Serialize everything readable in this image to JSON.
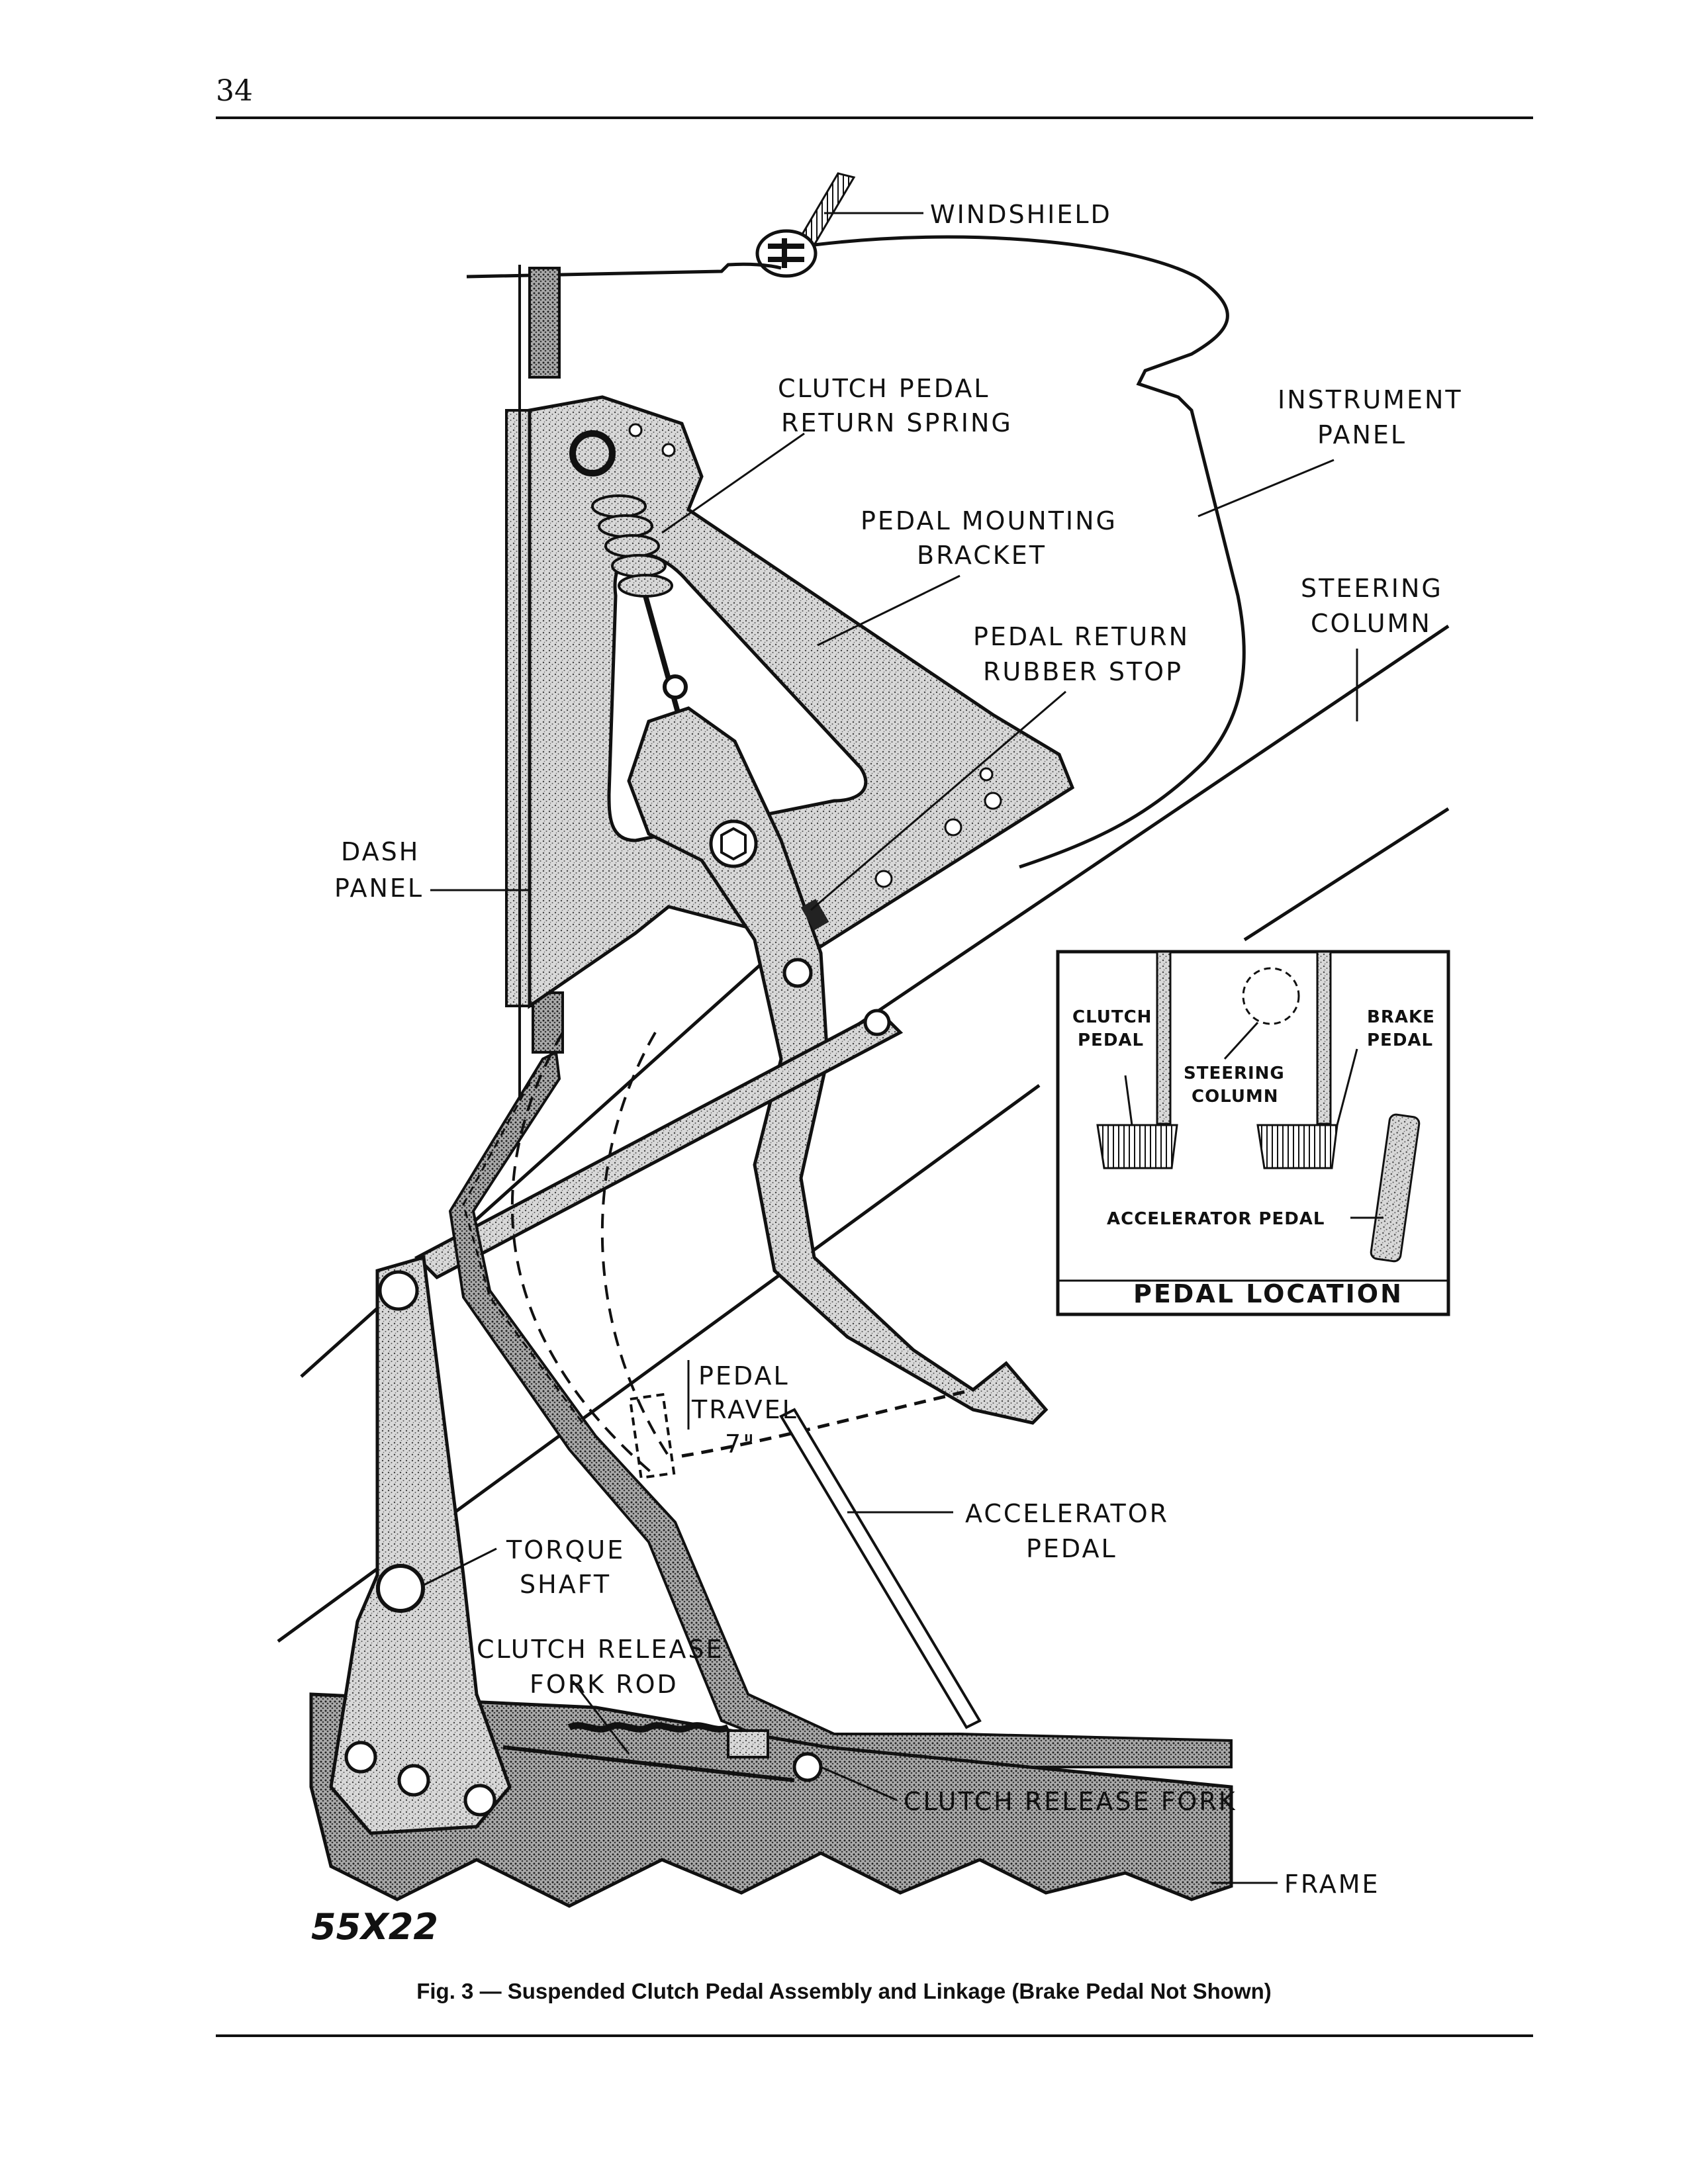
{
  "page": {
    "number": "34"
  },
  "labels": {
    "windshield": "WINDSHIELD",
    "clutch_pedal_return_spring": [
      "CLUTCH PEDAL",
      "RETURN SPRING"
    ],
    "instrument_panel": [
      "INSTRUMENT",
      "PANEL"
    ],
    "pedal_mounting_bracket": [
      "PEDAL MOUNTING",
      "BRACKET"
    ],
    "steering_column": [
      "STEERING",
      "COLUMN"
    ],
    "pedal_return_rubber_stop": [
      "PEDAL RETURN",
      "RUBBER STOP"
    ],
    "dash_panel": [
      "DASH",
      "PANEL"
    ],
    "pedal_travel": [
      "PEDAL",
      "TRAVEL",
      "7\""
    ],
    "accelerator_pedal": [
      "ACCELERATOR",
      "PEDAL"
    ],
    "torque_shaft": [
      "TORQUE",
      "SHAFT"
    ],
    "clutch_release_fork_rod": [
      "CLUTCH RELEASE",
      "FORK ROD"
    ],
    "clutch_release_fork": "CLUTCH RELEASE FORK",
    "frame": "FRAME"
  },
  "inset": {
    "title": "PEDAL LOCATION",
    "clutch_pedal": [
      "CLUTCH",
      "PEDAL"
    ],
    "brake_pedal": [
      "BRAKE",
      "PEDAL"
    ],
    "steering_column": [
      "STEERING",
      "COLUMN"
    ],
    "accelerator_pedal": "ACCELERATOR PEDAL"
  },
  "figure_id": "55X22",
  "caption": "Fig. 3 — Suspended Clutch Pedal Assembly and Linkage (Brake Pedal Not Shown)"
}
